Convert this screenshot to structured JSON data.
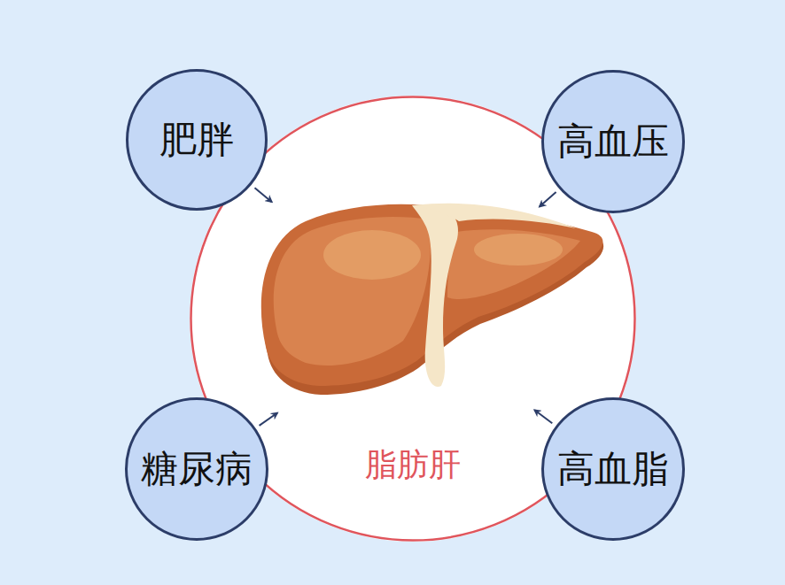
{
  "diagram": {
    "nodes": [
      {
        "text": [
          "肥胖"
        ]
      },
      {
        "text": [
          "高血压"
        ]
      },
      {
        "text": [
          "脂肪肝"
        ]
      },
      {
        "text": [
          "糖尿病"
        ]
      },
      {
        "text": [
          "高血脂"
        ]
      }
    ],
    "edges": [
      {
        "from": 0,
        "to": 2,
        "arrow": "to"
      },
      {
        "from": 1,
        "to": 2,
        "arrow": "to"
      },
      {
        "from": 3,
        "to": 2,
        "arrow": "to"
      },
      {
        "from": 4,
        "to": 2,
        "arrow": "to"
      }
    ]
  }
}
